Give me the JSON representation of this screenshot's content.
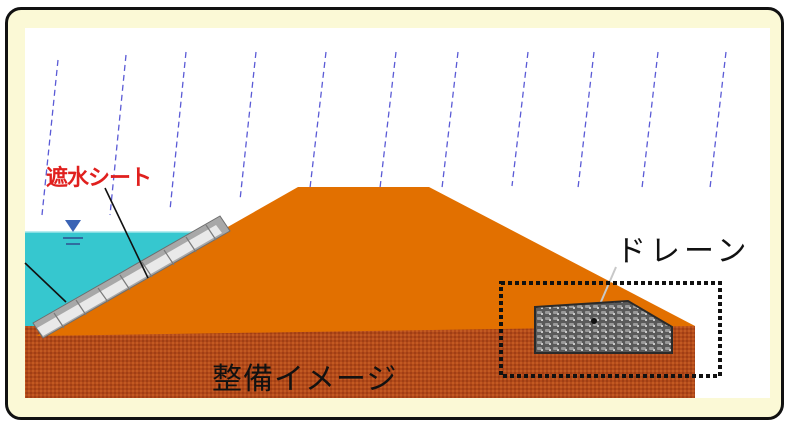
{
  "diagram": {
    "labels": {
      "waterproof_sheet": "遮水シート",
      "drain": "ドレーン",
      "caption": "整備イメージ"
    },
    "colors": {
      "frame_background": "#fbf9d6",
      "frame_border": "#111111",
      "embankment": "#e27000",
      "ground": "#b34a1a",
      "water": "#36c7cf",
      "rain": "#5b5bd6",
      "sheet_label": "#e0201e",
      "drain_highlight": "#111111",
      "water_level_marker": "#3a63b5"
    },
    "icons": [
      "water-level-icon"
    ]
  }
}
